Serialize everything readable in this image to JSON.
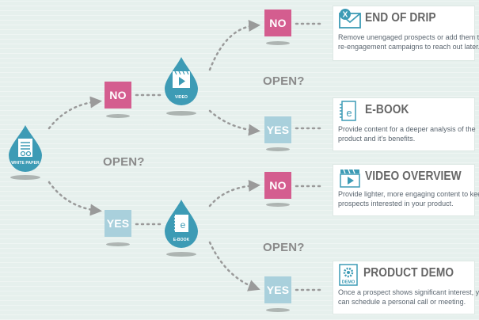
{
  "source": {
    "label": "WHITE PAPER"
  },
  "branch_no": {
    "decision_label": "NO",
    "drop_label": "VIDEO",
    "question": "OPEN?",
    "no_label": "NO",
    "yes_label": "YES"
  },
  "branch_yes": {
    "decision_label": "YES",
    "drop_label": "E-BOOK",
    "question": "OPEN?",
    "no_label": "NO",
    "yes_label": "YES"
  },
  "root_question": "OPEN?",
  "cards": {
    "end_of_drip": {
      "title": "END OF DRIP",
      "icon_badge": "X",
      "line1": "Remove unengaged prospects or add them to",
      "line2": "re-engagement campaigns to reach out later."
    },
    "ebook": {
      "title": "E-BOOK",
      "icon_badge": "e",
      "line1": "Provide content for a deeper analysis of the",
      "line2": "product and it's benefits."
    },
    "video_overview": {
      "title": "VIDEO OVERVIEW",
      "line1": "Provide lighter, more engaging content to keep",
      "line2": "prospects interested in your product."
    },
    "product_demo": {
      "title": "PRODUCT DEMO",
      "icon_badge": "DEMO",
      "line1": "Once a prospect shows significant interest, you",
      "line2": "can schedule a personal call or meeting."
    }
  },
  "colors": {
    "background": "#e6f0ed",
    "drop_blue": "#3d9bb5",
    "no_pink": "#d45d8f",
    "yes_blue": "#a9d0dc",
    "connector_gray": "#9a9a9a",
    "question_gray": "#8a8a8a"
  }
}
